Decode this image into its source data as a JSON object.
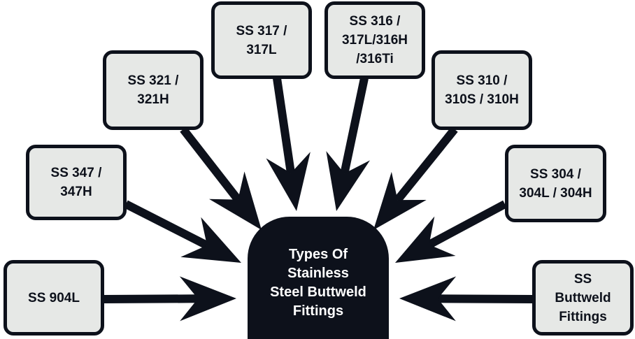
{
  "center": {
    "label": "Types Of\nStainless\nSteel Buttweld\nFittings"
  },
  "nodes": [
    {
      "label": "SS 904L"
    },
    {
      "label": "SS 347 /\n347H"
    },
    {
      "label": "SS 321 /\n321H"
    },
    {
      "label": "SS 317 /\n317L"
    },
    {
      "label": "SS 316 /\n317L/316H\n/316Ti"
    },
    {
      "label": "SS 310 /\n310S / 310H"
    },
    {
      "label": "SS 304 /\n304L / 304H"
    },
    {
      "label": "SS\nButtweld\nFittings"
    }
  ],
  "colors": {
    "dark": "#0d111b",
    "box_fill": "#e6e8e6"
  }
}
